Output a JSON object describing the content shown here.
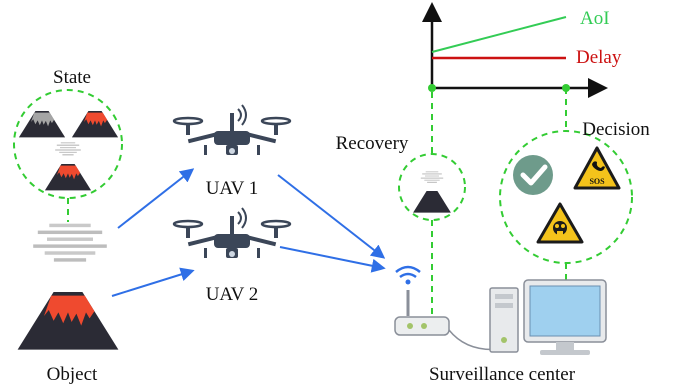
{
  "labels": {
    "state": "State",
    "object": "Object",
    "uav1": "UAV 1",
    "uav2": "UAV 2",
    "recovery": "Recovery",
    "decision": "Decision",
    "surveillance": "Surveillance center"
  },
  "chart_data": {
    "type": "line",
    "title": "",
    "xlabel": "",
    "ylabel": "",
    "series": [
      {
        "name": "AoI",
        "color": "#33cc55",
        "trend": "increasing"
      },
      {
        "name": "Delay",
        "color": "#cc1111",
        "trend": "constant"
      }
    ]
  },
  "colors": {
    "arrow": "#2f6fe6",
    "dashed": "#33cc33",
    "aoi": "#33cc55",
    "delay": "#cc1111",
    "lava": "#ef4a2f",
    "mountain": "#2b2b35",
    "drone": "#3b4658"
  },
  "icons": [
    "volcano-icon",
    "drone-icon",
    "wifi-router-icon",
    "computer-icon",
    "check-icon",
    "sos-warning-icon",
    "gas-mask-warning-icon"
  ]
}
